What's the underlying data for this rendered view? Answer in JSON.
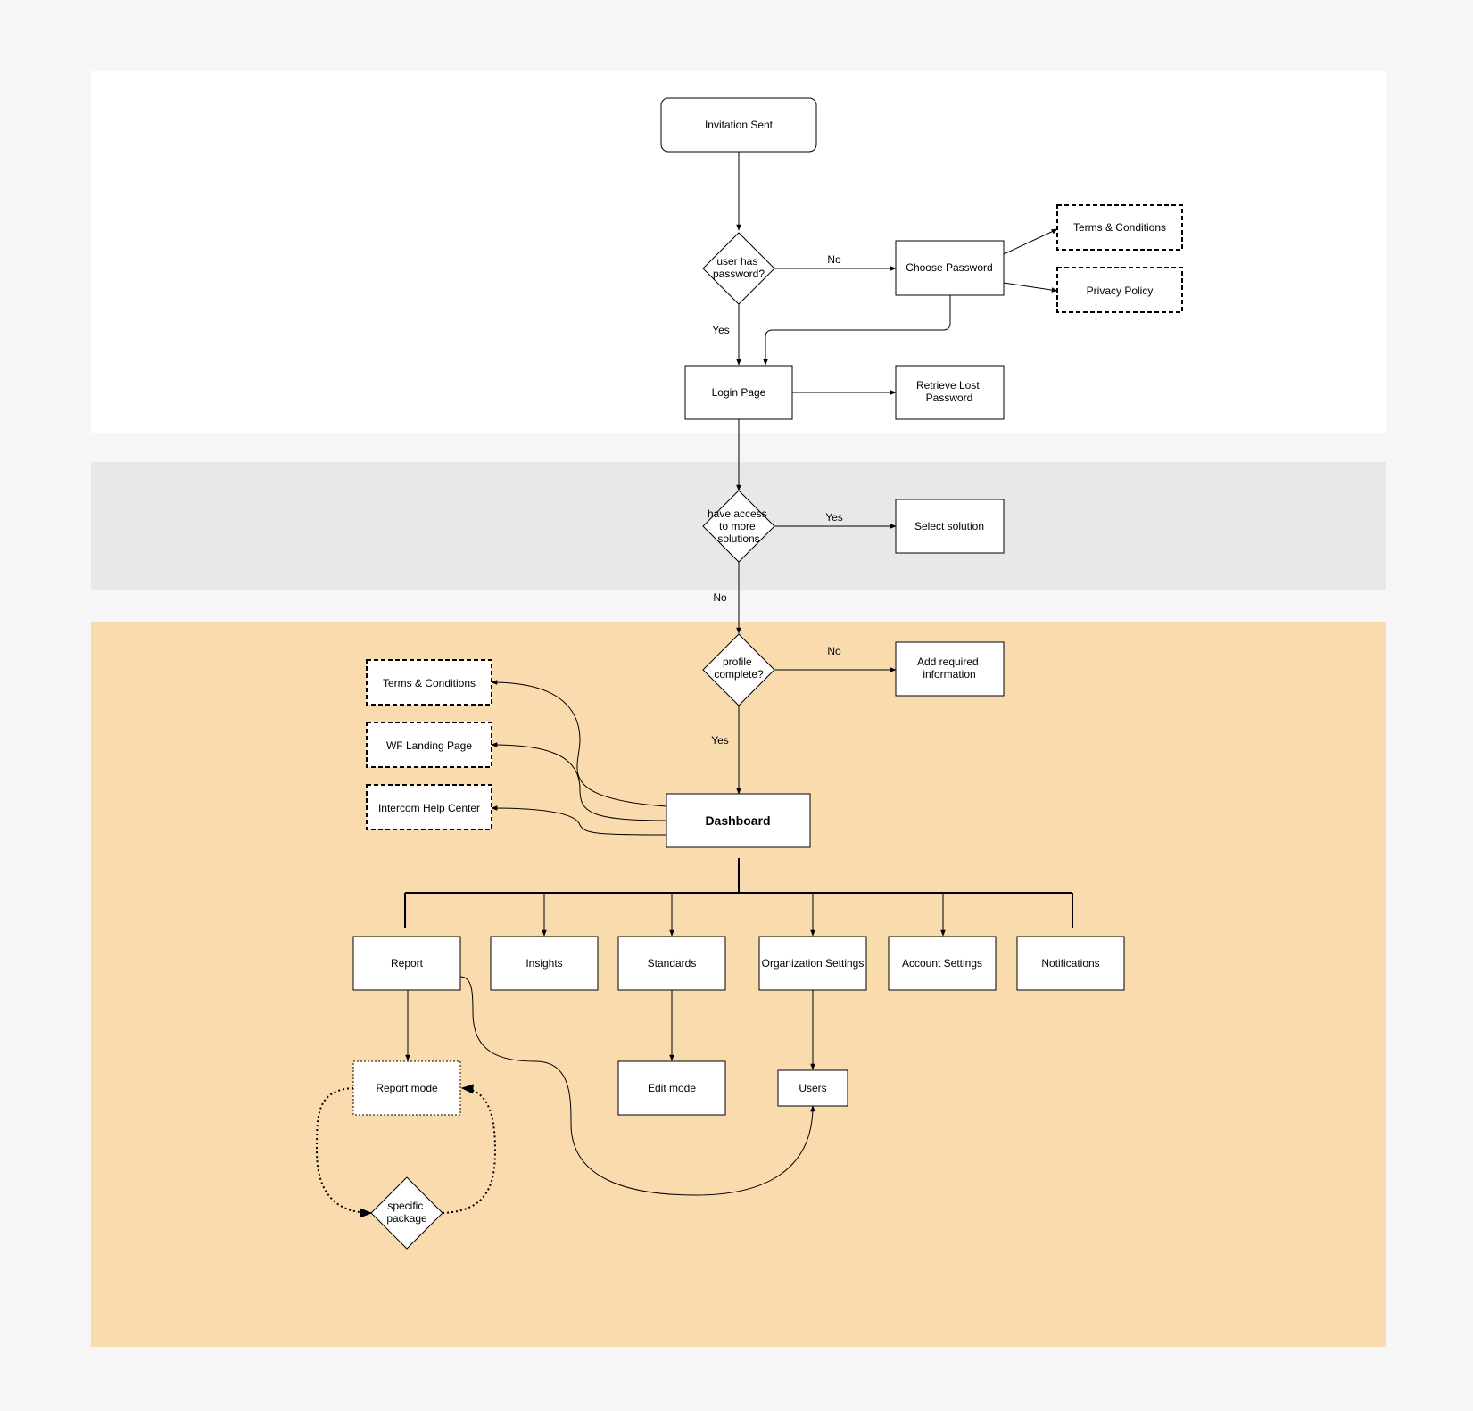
{
  "colors": {
    "background": "#f6f6f6",
    "lane_top": "#ffffff",
    "lane_mid": "#e8e8e8",
    "lane_bottom": "#f9dbae",
    "stroke": "#000000",
    "node_fill": "#ffffff"
  },
  "nodes": {
    "invitation_sent": "Invitation Sent",
    "user_has_password": [
      "user has",
      "password?"
    ],
    "choose_password": "Choose Password",
    "terms_top": "Terms & Conditions",
    "privacy_policy": "Privacy Policy",
    "login_page": "Login Page",
    "retrieve_password": [
      "Retrieve Lost",
      "Password"
    ],
    "more_solutions": [
      "have access",
      "to more",
      "solutions"
    ],
    "select_solution": "Select solution",
    "profile_complete": [
      "profile",
      "complete?"
    ],
    "add_required": [
      "Add required",
      "information"
    ],
    "terms_left": "Terms & Conditions",
    "wf_landing": "WF Landing Page",
    "intercom_help": "Intercom Help Center",
    "dashboard": "Dashboard",
    "report": "Report",
    "insights": "Insights",
    "standards": "Standards",
    "org_settings": "Organization Settings",
    "account_settings": "Account Settings",
    "notifications": "Notifications",
    "report_mode": "Report mode",
    "edit_mode": "Edit mode",
    "users": "Users",
    "specific_package": [
      "specific",
      "package"
    ]
  },
  "edge_labels": {
    "password_no": "No",
    "password_yes": "Yes",
    "solutions_yes": "Yes",
    "solutions_no": "No",
    "profile_no": "No",
    "profile_yes": "Yes"
  }
}
